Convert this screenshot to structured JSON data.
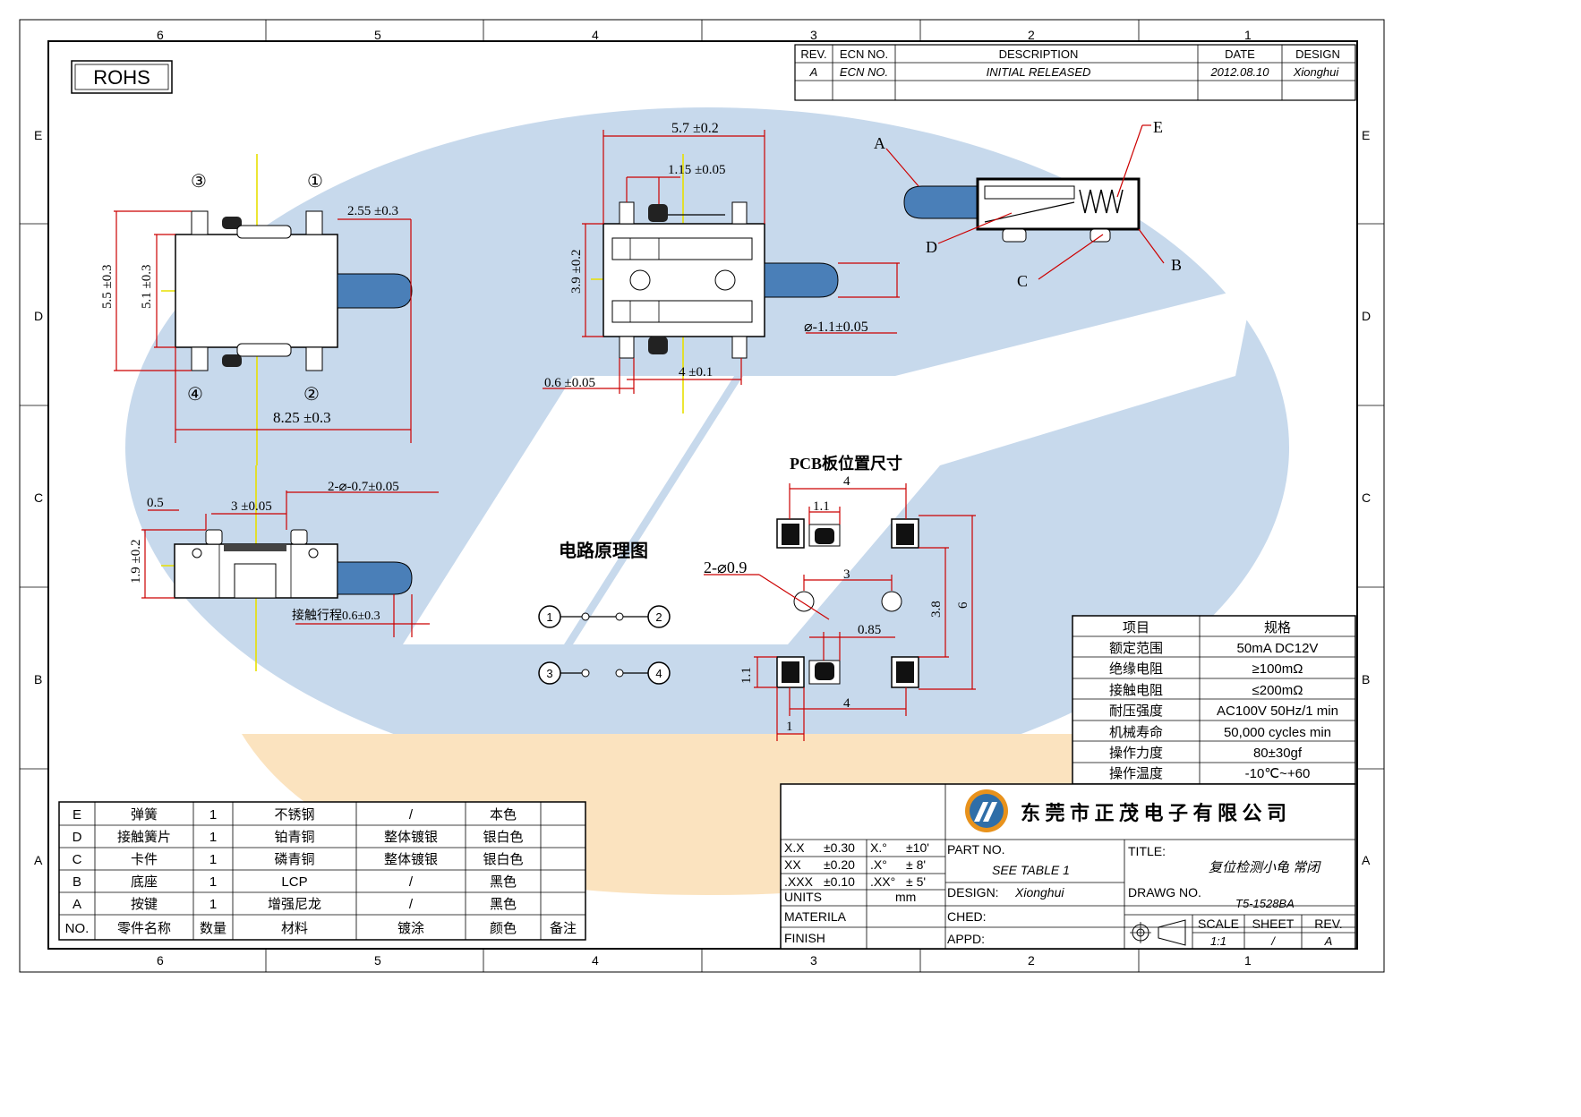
{
  "rohs": "ROHS",
  "frame": {
    "cols_top": [
      "6",
      "5",
      "4",
      "3",
      "2",
      "1"
    ],
    "cols_bottom": [
      "6",
      "5",
      "4",
      "3",
      "2",
      "1"
    ],
    "rows": [
      "E",
      "D",
      "C",
      "B",
      "A"
    ]
  },
  "revision": {
    "headers": [
      "REV.",
      "ECN NO.",
      "DESCRIPTION",
      "DATE",
      "DESIGN"
    ],
    "row": [
      "A",
      "ECN NO.",
      "INITIAL  RELEASED",
      "2012.08.10",
      "Xionghui"
    ]
  },
  "top_view": {
    "pins": [
      "③",
      "①",
      "④",
      "②"
    ],
    "dims": {
      "w": "2.55 ±0.3",
      "h1": "5.5 ±0.3",
      "h2": "5.1 ±0.3",
      "len": "8.25 ±0.3"
    }
  },
  "front_view": {
    "dims": {
      "w": "5.7 ±0.2",
      "s": "1.15 ±0.05",
      "h": "3.9 ±0.2",
      "dia": "⌀-1.1±0.05",
      "p": "0.6 ±0.05",
      "q": "4 ±0.1"
    }
  },
  "side_view": {
    "labels": [
      "A",
      "E",
      "D",
      "C",
      "B"
    ]
  },
  "bottom_view": {
    "dims": {
      "a": "0.5",
      "b": "3 ±0.05",
      "c": "2-⌀-0.7±0.05",
      "h": "1.9 ±0.2",
      "travel": "接触行程0.6±0.3"
    }
  },
  "circuit": {
    "title": "电路原理图",
    "nodes": [
      "1",
      "2",
      "3",
      "4"
    ]
  },
  "pcb": {
    "title": "PCB板位置尺寸",
    "dims": {
      "top": "4",
      "s": "1.1",
      "holes": "2-⌀0.9",
      "c": "3",
      "h1": "3.8",
      "h2": "6",
      "g": "0.85",
      "l": "1.1",
      "bot": "4",
      "b1": "1"
    }
  },
  "spec": {
    "headers": [
      "项目",
      "规格"
    ],
    "rows": [
      [
        "额定范围",
        "50mA DC12V"
      ],
      [
        "绝缘电阻",
        "≥100mΩ"
      ],
      [
        "接触电阻",
        "≤200mΩ"
      ],
      [
        "耐压强度",
        "AC100V  50Hz/1 min"
      ],
      [
        "机械寿命",
        "50,000 cycles min"
      ],
      [
        "操作力度",
        "80±30gf"
      ],
      [
        "操作温度",
        "-10℃~+60"
      ]
    ]
  },
  "bom": {
    "rows": [
      [
        "E",
        "弹簧",
        "1",
        "不锈钢",
        "/",
        "本色",
        ""
      ],
      [
        "D",
        "接触簧片",
        "1",
        "铂青铜",
        "整体镀银",
        "银白色",
        ""
      ],
      [
        "C",
        "卡件",
        "1",
        "磷青铜",
        "整体镀银",
        "银白色",
        ""
      ],
      [
        "B",
        "底座",
        "1",
        "LCP",
        "/",
        "黑色",
        ""
      ],
      [
        "A",
        "按键",
        "1",
        "增强尼龙",
        "/",
        "黑色",
        ""
      ],
      [
        "NO.",
        "零件名称",
        "数量",
        "材料",
        "镀涂",
        "颜色",
        "备注"
      ]
    ]
  },
  "title_block": {
    "company": "东 莞 市 正 茂 电 子 有 限 公 司",
    "tol": [
      [
        "X.X",
        "±0.30",
        "X.°",
        "±10'"
      ],
      [
        "XX",
        "±0.20",
        ".X°",
        "± 8'"
      ],
      [
        ".XXX",
        "±0.10",
        ".XX°",
        "± 5'"
      ]
    ],
    "units_label": "UNITS",
    "units": "mm",
    "materia": "MATERILA",
    "finish": "FINISH",
    "part_no_label": "PART  NO.",
    "part_no": "SEE  TABLE  1",
    "design_label": "DESIGN:",
    "design": "Xionghui",
    "ched": "CHED:",
    "appd": "APPD:",
    "title_label": "TITLE:",
    "title": "复位检测小龟 常闭",
    "drawg_label": "DRAWG  NO.",
    "drawg": "T5-1528BA",
    "scale_label": "SCALE",
    "scale": "1:1",
    "sheet_label": "SHEET",
    "sheet": "/",
    "rev_label": "REV.",
    "rev": "A"
  },
  "colors": {
    "watermark_blue": "#c7d9ec",
    "watermark_orange": "#fbe3bf",
    "dim_red": "#cc0000",
    "center_yellow": "#e8e000",
    "actuator_blue": "#4a7fb8"
  }
}
